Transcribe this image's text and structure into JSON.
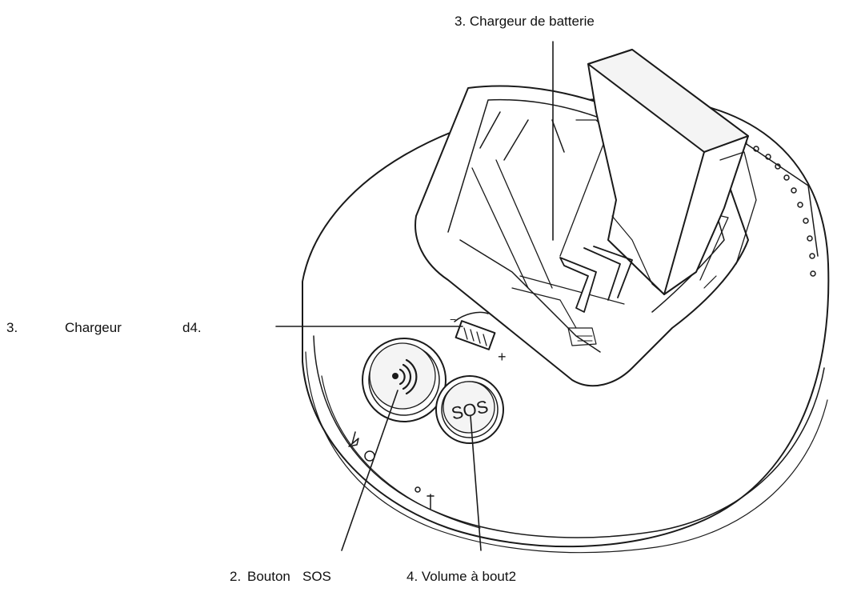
{
  "labels": {
    "top": "3. Chargeur de batterie",
    "left_num": "3.",
    "left_word": "Chargeur",
    "left_code": "d4.",
    "bottom_left_num": "2.",
    "bottom_left_a": "Bouton",
    "bottom_left_b": "SOS",
    "bottom_right": "4. Volume à bout2"
  },
  "device": {
    "sos_button_text": "SOS",
    "battery_plus": "+",
    "battery_minus": "−"
  },
  "colors": {
    "line": "#1a1a1a",
    "fill": "#ffffff",
    "shade": "#ececec"
  }
}
